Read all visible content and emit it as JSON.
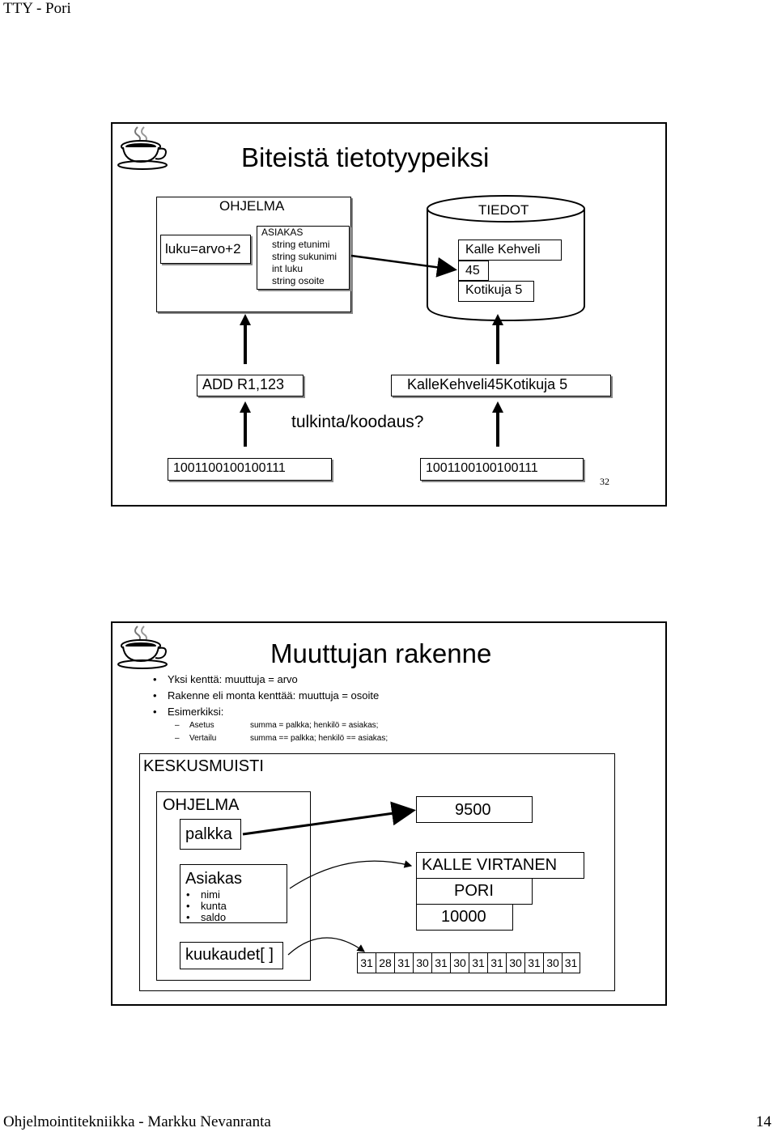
{
  "header": {
    "left": "TTY - Pori"
  },
  "footer": {
    "left": "Ohjelmointitekniikka - Markku Nevanranta",
    "page_number": "14"
  },
  "slide1": {
    "title": "Biteistä tietotyypeiksi",
    "program_label": "OHJELMA",
    "expression": "luku=arvo+2",
    "struct": {
      "name": "ASIAKAS",
      "fields": [
        "string etunimi",
        "string sukunimi",
        "int luku",
        "string osoite"
      ]
    },
    "data_store": {
      "label": "TIEDOT",
      "rows": [
        "Kalle Kehveli",
        "45",
        "Kotikuja 5"
      ]
    },
    "instruction": "ADD R1,123",
    "data_string": "KalleKehveli45Kotikuja 5",
    "question": "tulkinta/koodaus?",
    "bits_left": "1001100100100111",
    "bits_right": "1001100100100111",
    "slide_number": "32"
  },
  "slide2": {
    "title": "Muuttujan rakenne",
    "bullets": [
      "Yksi kenttä:  muuttuja = arvo",
      "Rakenne eli monta kenttää:  muuttuja = osoite",
      "Esimerkiksi:"
    ],
    "examples": [
      {
        "label": "Asetus",
        "code": "summa = palkka; henkilö = asiakas;"
      },
      {
        "label": "Vertailu",
        "code": "summa == palkka; henkilö == asiakas;"
      }
    ],
    "memory_label": "KESKUSMUISTI",
    "program_label": "OHJELMA",
    "var_palkka": "palkka",
    "struct_name": "Asiakas",
    "struct_fields": [
      "nimi",
      "kunta",
      "saldo"
    ],
    "array_name": "kuukaudet[ ]",
    "value_palkka": "9500",
    "record_values": [
      "KALLE VIRTANEN",
      "PORI",
      "10000"
    ],
    "array_values": [
      "31",
      "28",
      "31",
      "30",
      "31",
      "30",
      "31",
      "31",
      "30",
      "31",
      "30",
      "31"
    ]
  }
}
